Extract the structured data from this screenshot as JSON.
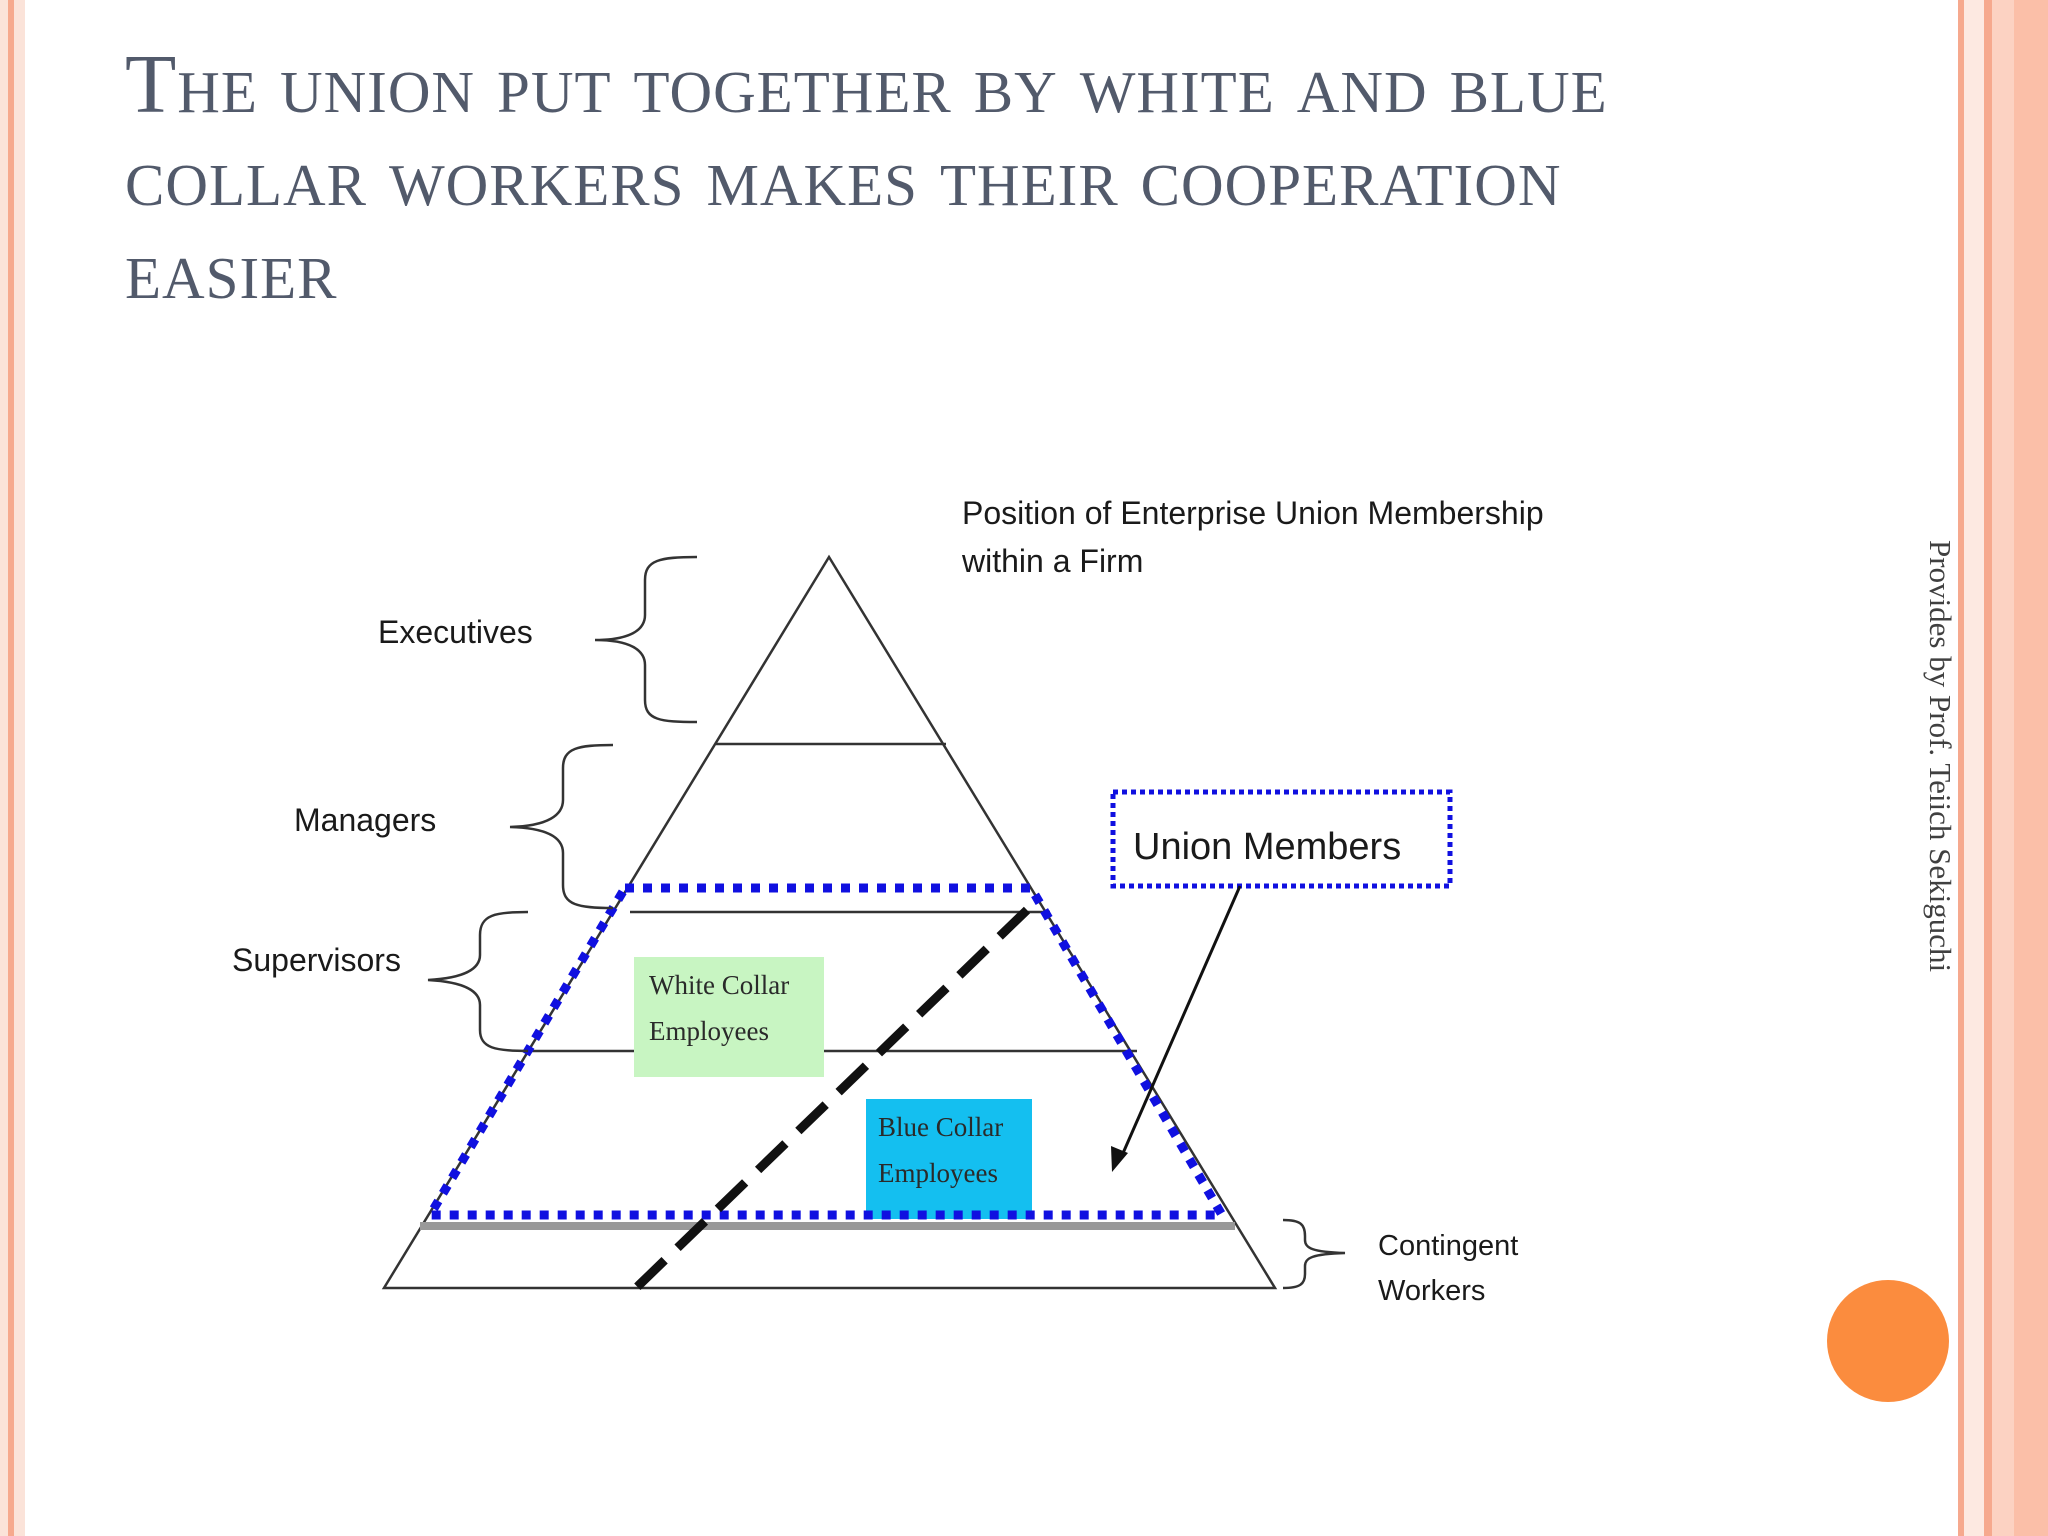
{
  "slide": {
    "title": "The union put together by white and blue collar workers makes their cooperation easier",
    "credit": "Provides by Prof. Teiich Sekiguchi"
  },
  "diagram": {
    "heading_line1": "Position of Enterprise Union Membership",
    "heading_line2": "within a Firm",
    "levels": {
      "executives": "Executives",
      "managers": "Managers",
      "supervisors": "Supervisors",
      "contingent_line1": "Contingent",
      "contingent_line2": "Workers"
    },
    "white_collar": {
      "line1": "White Collar",
      "line2": "Employees"
    },
    "blue_collar": {
      "line1": "Blue Collar",
      "line2": "Employees"
    },
    "union_members": "Union Members"
  },
  "colors": {
    "border_salmon": "#f6a98e",
    "union_blue": "#1010e0",
    "white_collar_fill": "#c8f5c2",
    "blue_collar_fill": "#14bff0",
    "accent_orange": "#fb8c3e",
    "title_gray": "#525a6b"
  }
}
